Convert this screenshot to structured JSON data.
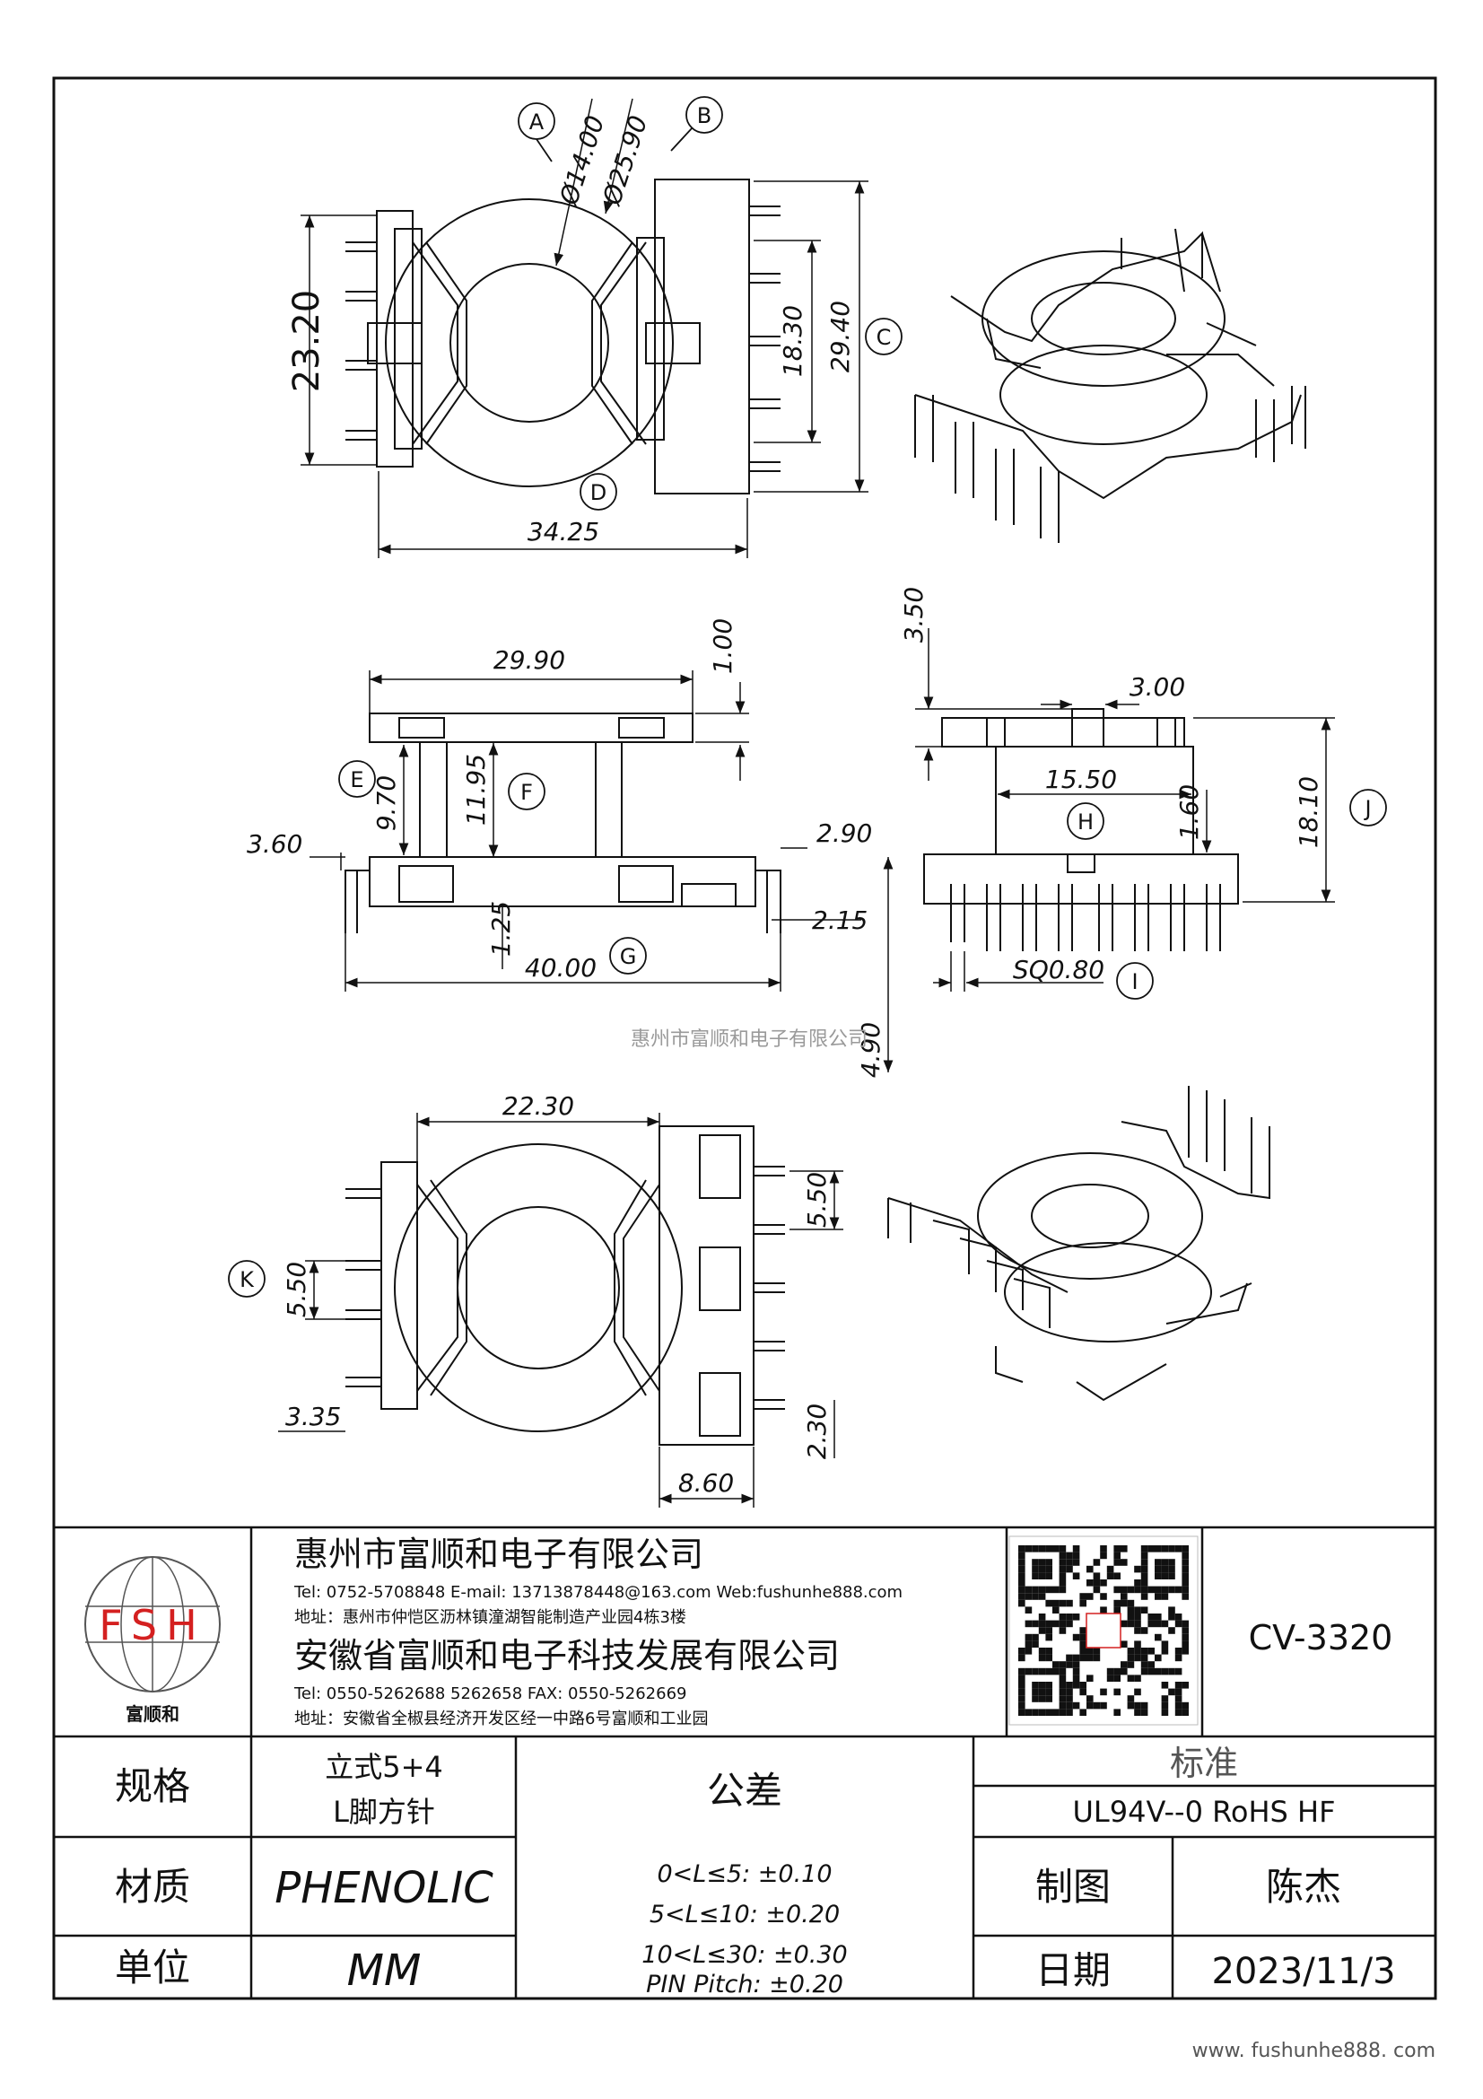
{
  "drawing": {
    "dims": {
      "d_a": "Ø14.00",
      "d_b": "Ø25.90",
      "h_total_top": "23.20",
      "h_1830": "18.30",
      "h_2940": "29.40",
      "w_3425": "34.25",
      "w_2990": "29.90",
      "h_100": "1.00",
      "h_970": "9.70",
      "h_1195": "11.95",
      "w_360": "3.60",
      "w_290": "2.90",
      "h_125": "1.25",
      "w_215": "2.15",
      "w_4000": "40.00",
      "h_350": "3.50",
      "w_300": "3.00",
      "w_1550": "15.50",
      "h_160": "1.60",
      "h_1810": "18.10",
      "w_sq080": "SQ0.80",
      "h_490": "4.90",
      "w_2230": "22.30",
      "h_550_right": "5.50",
      "h_550_left": "5.50",
      "w_335": "3.35",
      "h_230": "2.30",
      "w_860": "8.60"
    },
    "callouts": [
      "A",
      "B",
      "C",
      "D",
      "E",
      "F",
      "G",
      "H",
      "I",
      "J",
      "K"
    ],
    "watermark": "惠州市富顺和电子有限公司"
  },
  "titleblock": {
    "logo_text": "FSH",
    "logo_caption": "富顺和",
    "company1": "惠州市富顺和电子有限公司",
    "company1_contact": "Tel: 0752-5708848  E-mail: 13713878448@163.com  Web:fushunhe888.com",
    "company1_address": "地址：惠州市仲恺区沥林镇潼湖智能制造产业园4栋3楼",
    "company2": "安徽省富顺和电子科技发展有限公司",
    "company2_contact": "Tel:  0550-5262688  5262658      FAX: 0550-5262669",
    "company2_address": "地址：安徽省全椒县经济开发区经一中路6号富顺和工业园",
    "part_no": "CV-3320",
    "spec_label": "规格",
    "spec_value_1": "立式5+4",
    "spec_value_2": "L脚方针",
    "material_label": "材质",
    "material_value": "PHENOLIC",
    "unit_label": "单位",
    "unit_value": "MM",
    "tolerance_label": "公差",
    "tolerances": [
      "0<L≤5: ±0.10",
      "5<L≤10: ±0.20",
      "10<L≤30: ±0.30",
      "PIN Pitch: ±0.20"
    ],
    "standard_label": "标准",
    "standard_value": "UL94V--0  RoHS HF",
    "drawn_label": "制图",
    "drawn_value": "陈杰",
    "date_label": "日期",
    "date_value": "2023/11/3"
  },
  "footer_url": "www. fushunhe888. com"
}
